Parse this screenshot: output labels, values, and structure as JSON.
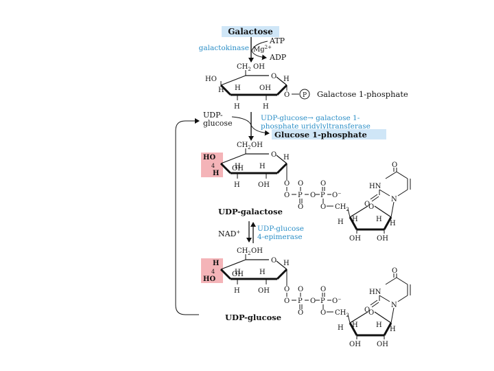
{
  "colors": {
    "label_box": "#cfe6f7",
    "highlight_box": "#f4b4b8",
    "enzyme_text": "#2c8fc7",
    "ink": "#111111"
  },
  "galactose_label": "Galactose",
  "step1": {
    "atp": "ATP",
    "mg": "Mg",
    "mg_charge": "2+",
    "adp": "ADP",
    "enzyme": "galactokinase"
  },
  "ring_atoms": {
    "ch2oh_prefix": "CH",
    "ch2oh_sub": "2",
    "ch2oh_suffix": " OH",
    "o": "O",
    "h": "H",
    "oh": "OH",
    "ho": "HO",
    "p": "P",
    "c4": "4"
  },
  "gal1p_label": "Galactose 1-phosphate",
  "udp_glucose_cofactor": [
    "UDP-",
    "glucose"
  ],
  "step2": {
    "enzyme_line1": "UDP-glucose→ galactose 1-",
    "enzyme_line2": "phosphate uridylyltransferase"
  },
  "glc1p_label": "Glucose 1-phosphate",
  "udp_group": {
    "o": "O",
    "p": "P",
    "o_minus": "O⁻",
    "ch2": "CH",
    "ch2_sub": "2",
    "hn": "HN",
    "n": "N",
    "h": "H",
    "oh": "OH"
  },
  "udp_galactose_label": "UDP-galactose",
  "step3": {
    "nad": "NAD",
    "nad_charge": "+",
    "enzyme_line1": "UDP-glucose",
    "enzyme_line2": "4-epimerase"
  },
  "udp_glucose_label": "UDP-glucose"
}
